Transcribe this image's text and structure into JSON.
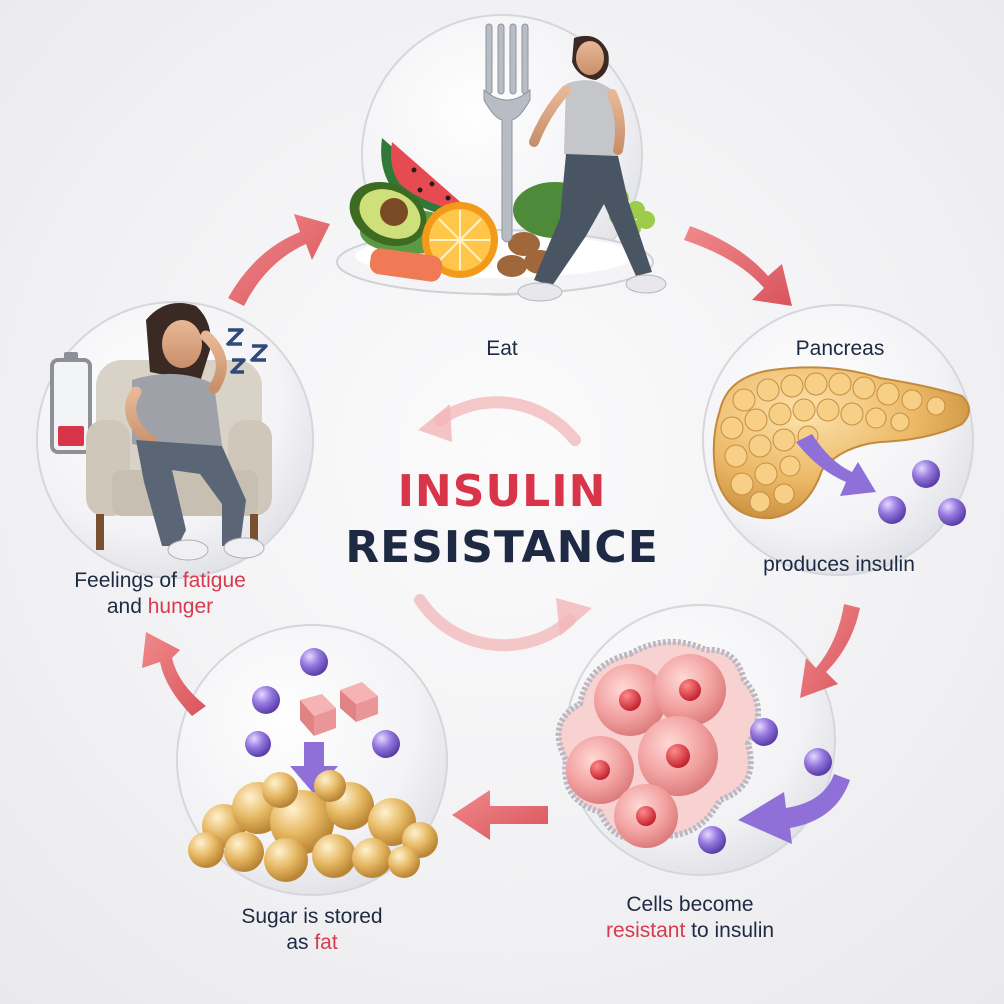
{
  "title": {
    "line1": "INSULIN",
    "line2": "RESISTANCE"
  },
  "steps": {
    "eat": {
      "label": "Eat"
    },
    "pancreas": {
      "title": "Pancreas",
      "caption": "produces insulin"
    },
    "cells": {
      "line1": "Cells become",
      "line2_highlight": "resistant",
      "line2_rest": " to insulin"
    },
    "fat": {
      "line1": "Sugar is stored",
      "line2_prefix": "as ",
      "line2_highlight": "fat"
    },
    "fatigue": {
      "line1_prefix": "Feelings of ",
      "line1_highlight": "fatigue",
      "line2_prefix": "and ",
      "line2_highlight": "hunger"
    }
  },
  "colors": {
    "accent_red": "#d8344a",
    "navy": "#1e2a44",
    "arrow_red": "#e06a70",
    "insulin_purple": "#8f6fd8",
    "pancreas_tan": "#e9b96b",
    "cell_pink": "#f2a3a4",
    "fat_gold": "#e2b866"
  },
  "icons": [
    "fork-icon",
    "zzz-icon",
    "low-battery-icon",
    "insulin-molecule-icon",
    "sugar-cube-icon"
  ]
}
